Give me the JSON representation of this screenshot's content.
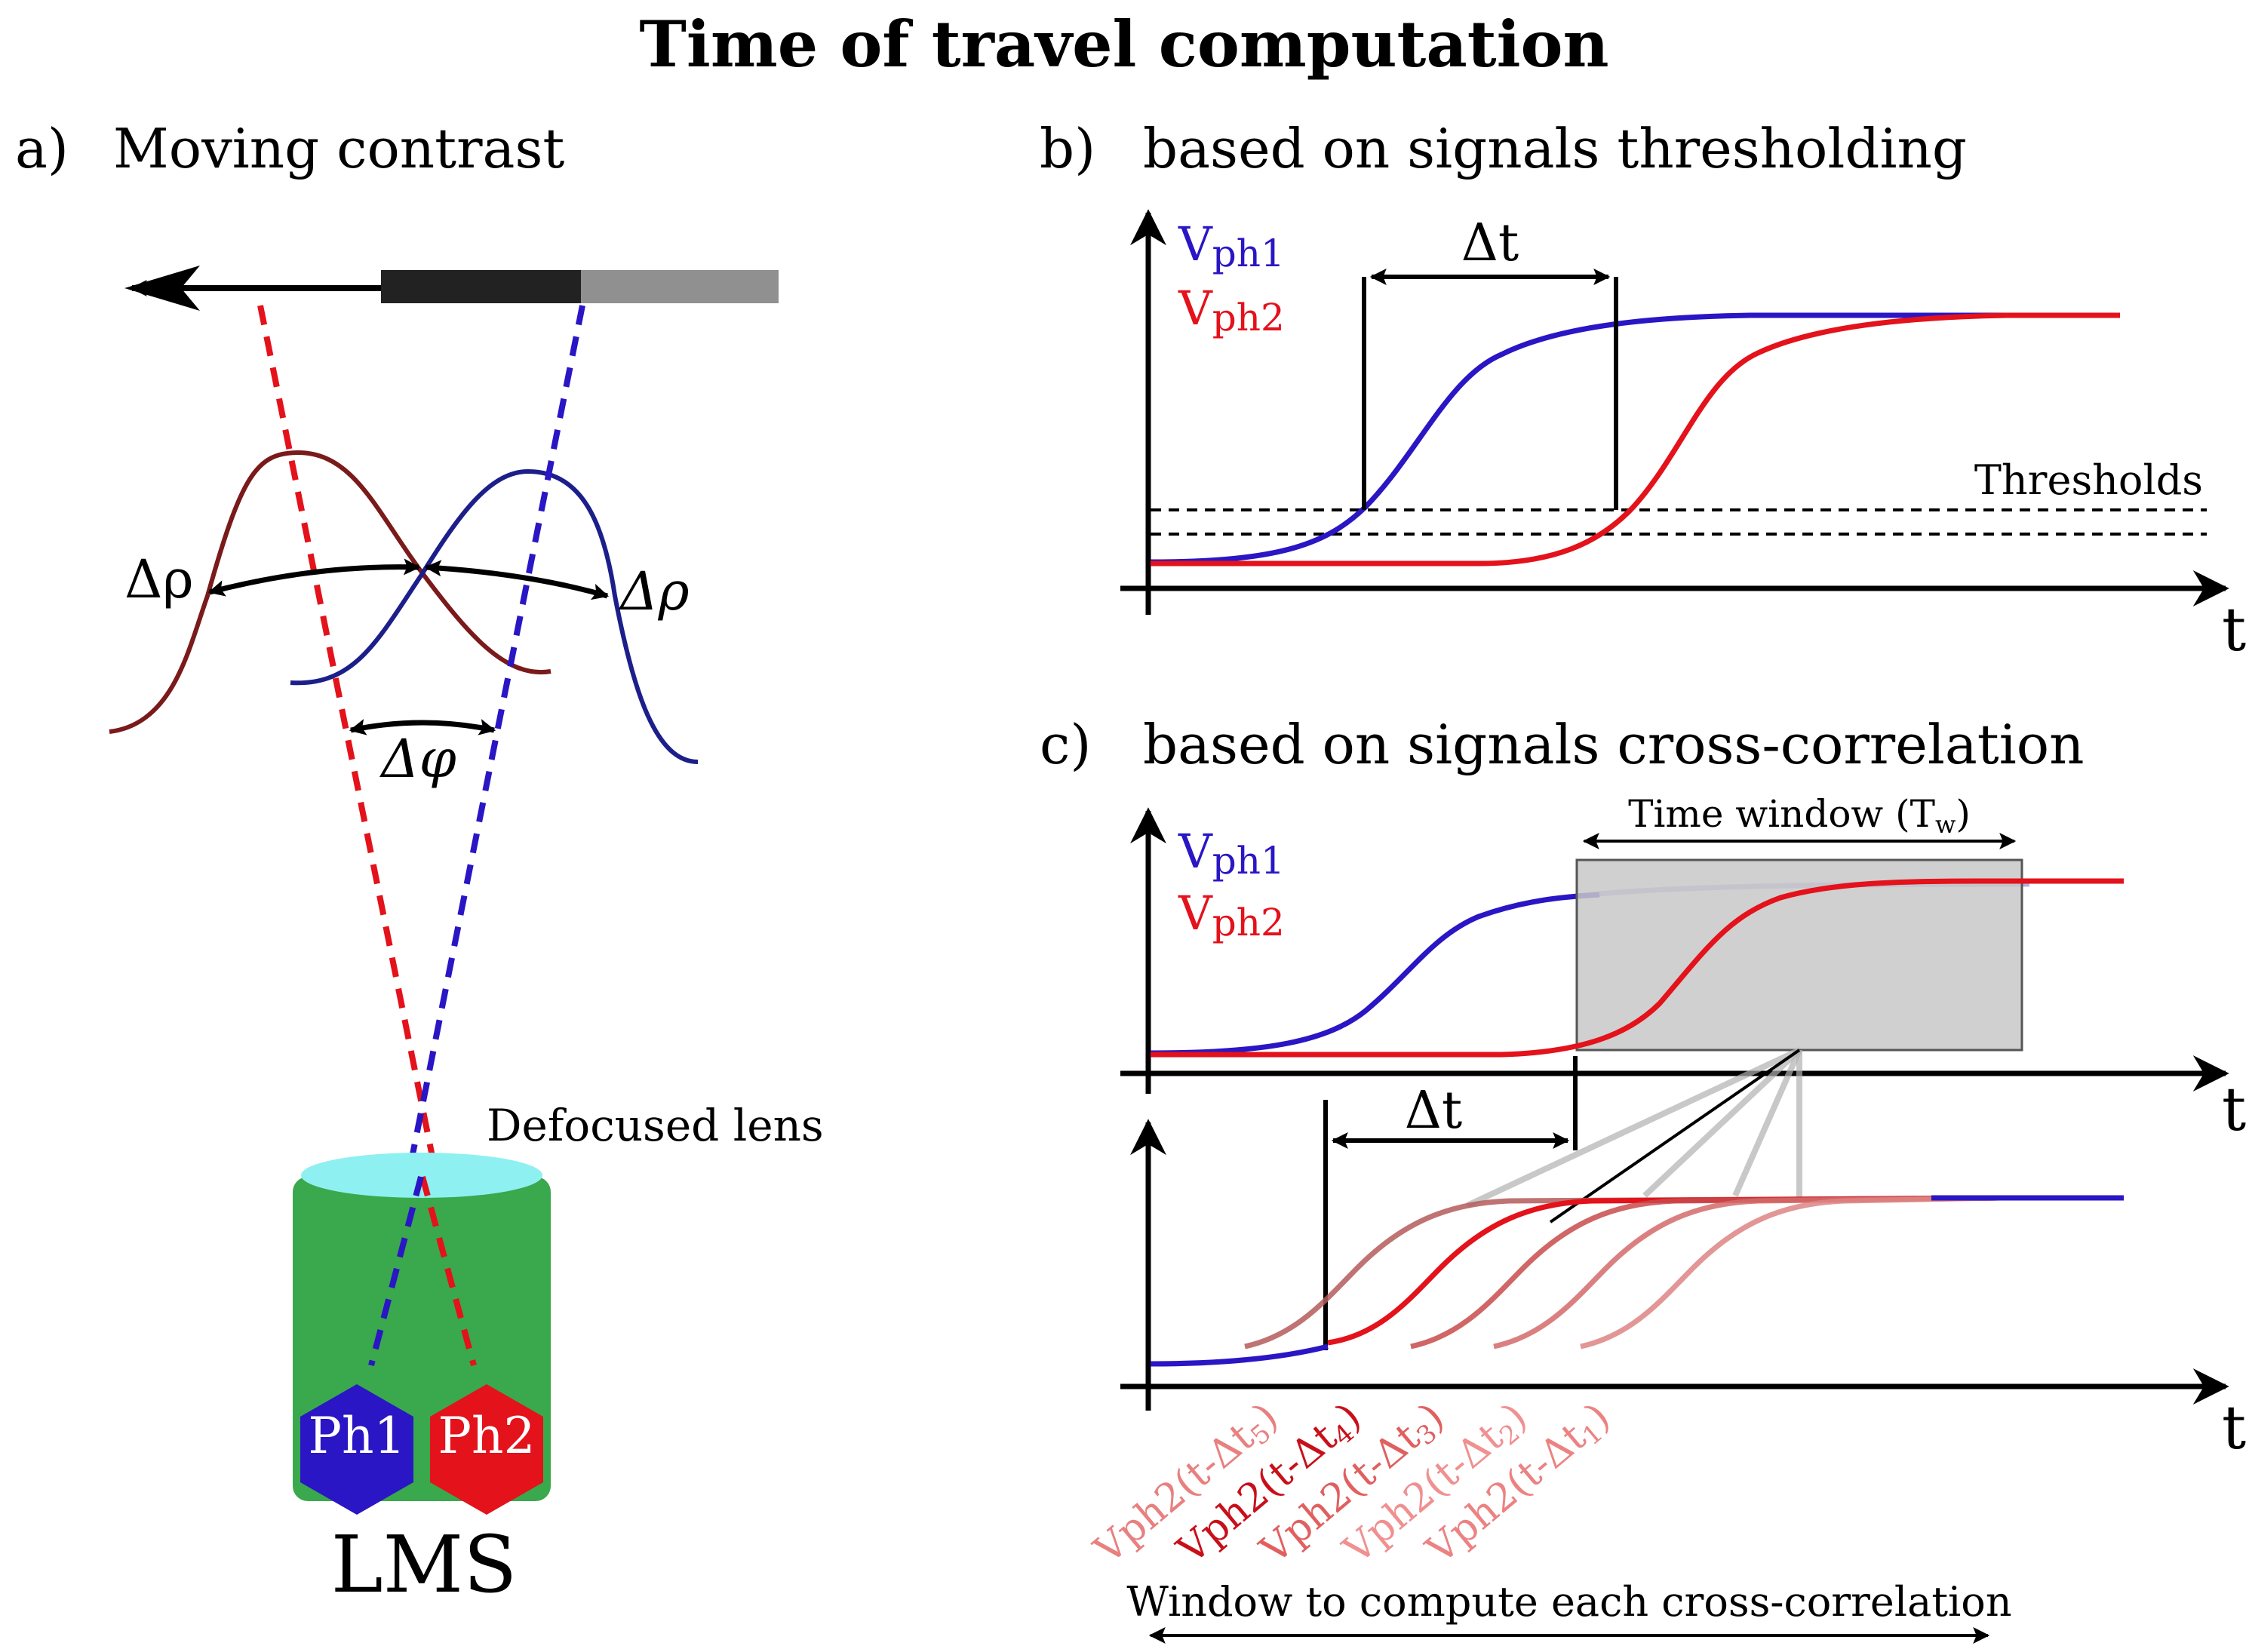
{
  "title": "Time of travel computation",
  "panel_a": {
    "letter": "a)",
    "heading": "Moving contrast",
    "delta_rho_left": "Δρ",
    "delta_rho_right": "Δρ",
    "delta_phi": "Δφ",
    "lens_label": "Defocused lens",
    "sensor_label": "LMS",
    "ph1": "Ph1",
    "ph2": "Ph2"
  },
  "panel_b": {
    "letter": "b)",
    "heading": "based on signals thresholding",
    "vph1_main": "V",
    "vph1_sub": "ph1",
    "vph2_main": "V",
    "vph2_sub": "ph2",
    "delta_t": "Δt",
    "thresholds": "Thresholds",
    "axis_t": "t"
  },
  "panel_c": {
    "letter": "c)",
    "heading": "based on signals cross-correlation",
    "vph1_main": "V",
    "vph1_sub": "ph1",
    "vph2_main": "V",
    "vph2_sub": "ph2",
    "time_window_main": "Time window (T",
    "time_window_sub": "w",
    "time_window_end": ")",
    "delta_t": "Δt",
    "axis_t_top": "t",
    "axis_t_bottom": "t",
    "window_label": "Window to compute each cross-correlation",
    "shift_labels": [
      {
        "main": "Vph2(t-Δt",
        "sub": "5",
        "end": ")"
      },
      {
        "main": "Vph2(t-Δt",
        "sub": "4",
        "end": ")"
      },
      {
        "main": "Vph2(t-Δt",
        "sub": "3",
        "end": ")"
      },
      {
        "main": "Vph2(t-Δt",
        "sub": "2",
        "end": ")"
      },
      {
        "main": "Vph2(t-Δt",
        "sub": "1",
        "end": ")"
      }
    ]
  },
  "colors": {
    "blue": "#2a16c4",
    "red": "#e3121b",
    "dark_red": "#7a1a1a",
    "navy": "#1c1f8a",
    "green": "#3aa84c",
    "lens": "#8ef0f0",
    "window_fill": "#c8c8c8",
    "faded_red": "#c97070"
  }
}
